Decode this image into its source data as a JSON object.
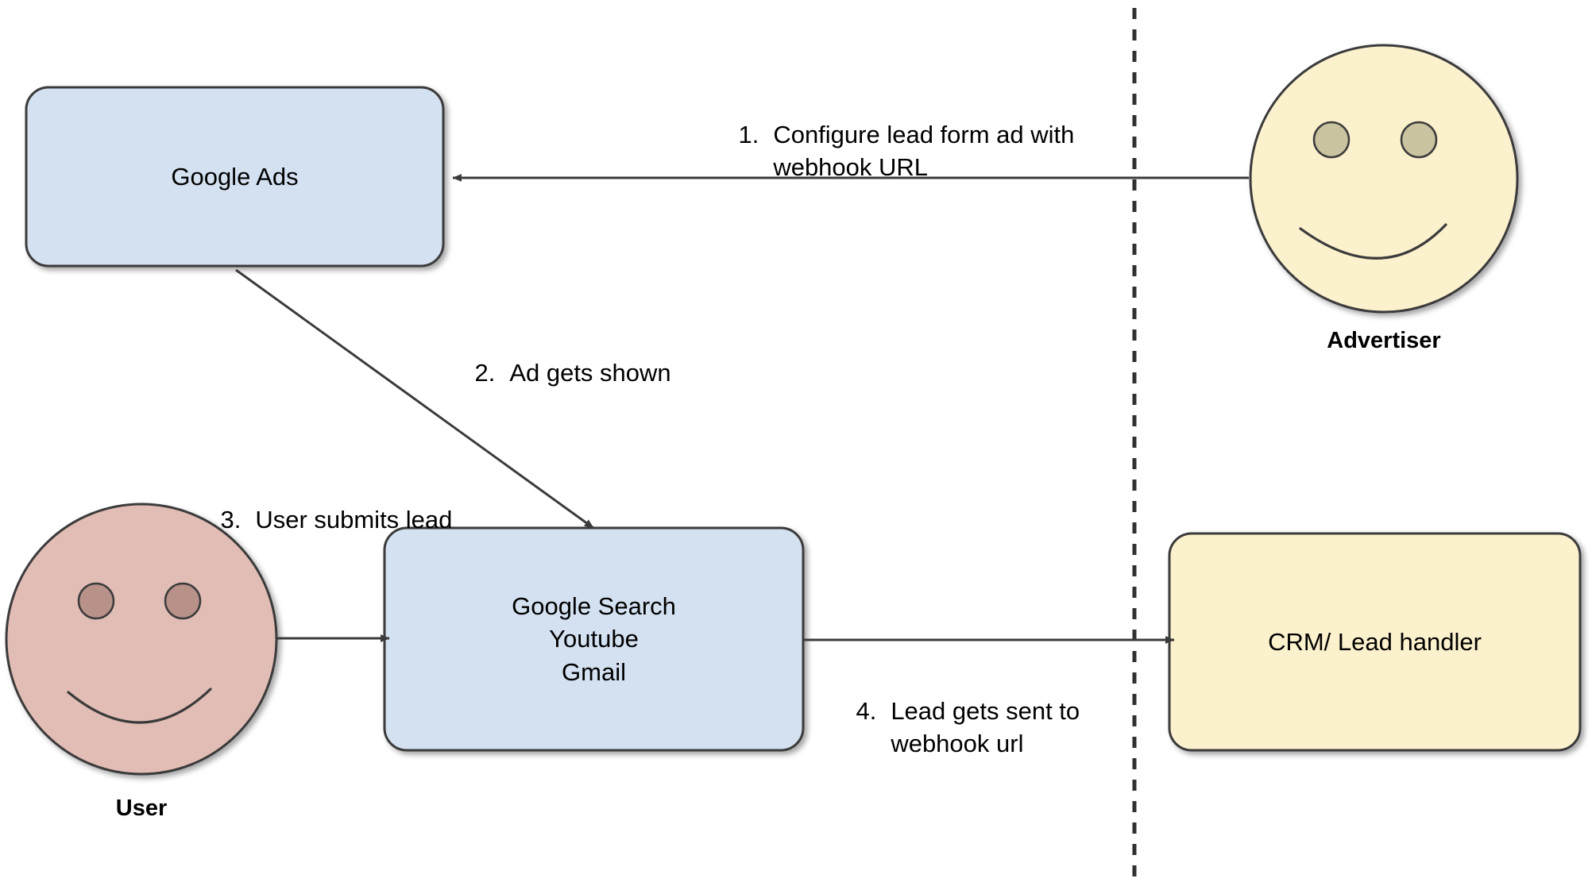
{
  "diagram": {
    "title": "Google Ads lead form webhook flow",
    "colors": {
      "box_blue_fill": "#d4e1f1",
      "box_blue_stroke": "#3b3b3b",
      "box_cream_fill": "#fcf1cd",
      "box_cream_stroke": "#3b3b3b",
      "face_cream_fill": "#fcf1cd",
      "face_rose_fill": "#e2bdb5",
      "face_rose_eye": "#b89289",
      "face_cream_eye": "#c9c3a0",
      "line": "#3b3b3b",
      "text": "#000000",
      "background": "#ffffff"
    }
  },
  "nodes": {
    "google_ads": {
      "label": "Google Ads"
    },
    "google_surfaces": {
      "label": "Google Search\nYoutube\nGmail"
    },
    "crm": {
      "label": "CRM/ Lead handler"
    },
    "advertiser": {
      "label": "Advertiser"
    },
    "user": {
      "label": "User"
    }
  },
  "steps": [
    {
      "number": "1.",
      "text": "Configure lead form ad with\nwebhook URL"
    },
    {
      "number": "2.",
      "text": "Ad gets shown"
    },
    {
      "number": "3.",
      "text": "User submits lead"
    },
    {
      "number": "4.",
      "text": "Lead gets sent to\nwebhook url"
    }
  ],
  "divider": {
    "style": "dashed-vertical"
  }
}
